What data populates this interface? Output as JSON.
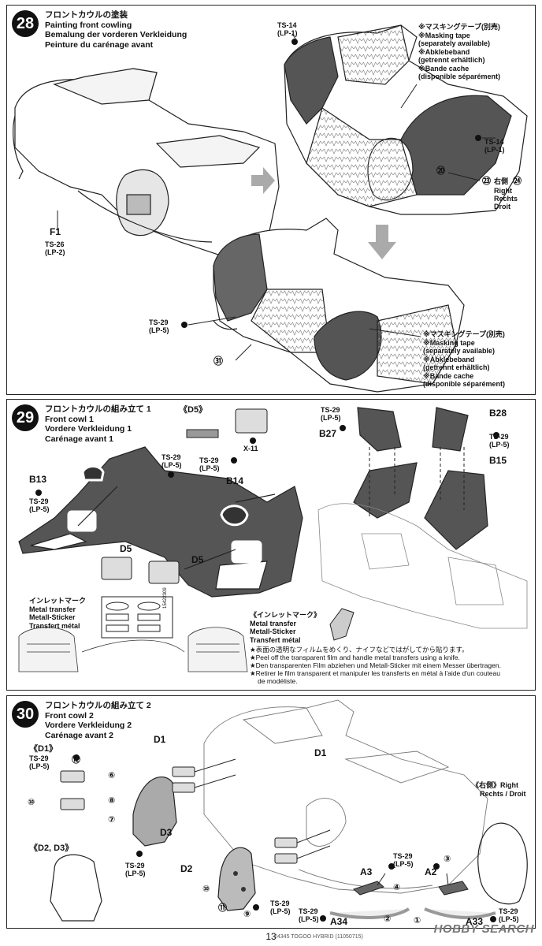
{
  "page": {
    "number": "13",
    "footer_code": "24345 TOGOO HYBRID (11050715)",
    "watermark": "HOBBY SEARCH"
  },
  "step28": {
    "number": "28",
    "title_jp": "フロントカウルの塗装",
    "title_en": "Painting front cowling",
    "title_de": "Bemalung der vorderen Verkleidung",
    "title_fr": "Peinture du carénage avant",
    "part_f1": "F1",
    "paint_ts26": "TS-26",
    "paint_lp2": "(LP-2)",
    "paint_ts14_top": "TS-14",
    "paint_lp1_top": "(LP-1)",
    "paint_ts14_right": "TS-14",
    "paint_lp1_right": "(LP-1)",
    "paint_ts29": "TS-29",
    "paint_lp5": "(LP-5)",
    "mask1": [
      "※マスキングテープ(別売)",
      "※Masking tape",
      "(separately available)",
      "※Abklebeband",
      "(getrennt erhältlich)",
      "※Bande cache",
      "(disponible séparément)"
    ],
    "mask2": [
      "※マスキングテープ(別売)",
      "※Masking tape",
      "(separately available)",
      "※Abklebeband",
      "(getrennt erhältlich)",
      "※Bande cache",
      "(disponible séparément)"
    ],
    "right_jp": "右側",
    "right_en": "Right",
    "right_de": "Rechts",
    "right_fr": "Droit",
    "marker_23": "㉓",
    "marker_24": "㉔",
    "marker_20": "⑳",
    "marker_31": "㉛"
  },
  "step29": {
    "number": "29",
    "title_jp": "フロントカウルの組み立て 1",
    "title_en": "Front cowl 1",
    "title_de": "Vordere Verkleidung 1",
    "title_fr": "Carénage avant 1",
    "d5_header": "《D5》",
    "x11": "X-11",
    "b13": "B13",
    "b14": "B14",
    "d5_a": "D5",
    "d5_b": "D5",
    "ts29_a": "TS-29",
    "lp5_a": "(LP-5)",
    "ts29_b": "TS-29",
    "lp5_b": "(LP-5)",
    "ts29_c": "TS-29",
    "lp5_c": "(LP-5)",
    "ts29_d": "TS-29",
    "lp5_d": "(LP-5)",
    "ts29_e": "TS-29",
    "lp5_e": "(LP-5)",
    "b27": "B27",
    "b28": "B28",
    "b15": "B15",
    "inlet_jp": "インレットマーク",
    "inlet_en": "Metal transfer",
    "inlet_de": "Metall-Sticker",
    "inlet_fr": "Transfert métal",
    "sheet_code": "15422309",
    "inlet2_jp": "《インレットマーク》",
    "inlet2_en": "Metal transfer",
    "inlet2_de": "Metall-Sticker",
    "inlet2_fr": "Transfert métal",
    "inlet_notes": [
      "★表面の透明なフィルムをめくり、ナイフなどではがしてから貼ります。",
      "★Peel off the transparent film and handle metal transfers using a knife.",
      "★Den transparenten Film abziehen und Metall-Sticker mit einem Messer übertragen.",
      "★Retirer le film transparent et manipuler les transferts en métal à l'aide d'un couteau",
      "de modéliste."
    ]
  },
  "step30": {
    "number": "30",
    "title_jp": "フロントカウルの組み立て 2",
    "title_en": "Front cowl 2",
    "title_de": "Vordere Verkleidung 2",
    "title_fr": "Carénage avant 2",
    "d1_header": "《D1》",
    "d2d3_header": "《D2, D3》",
    "right_header": "《右側》Right",
    "right_sub": "Rechts / Droit",
    "d1_a": "D1",
    "d1_b": "D1",
    "d2": "D2",
    "d3": "D3",
    "a2": "A2",
    "a3": "A3",
    "a33": "A33",
    "a34": "A34",
    "ts29_1": "TS-29",
    "lp5_1": "(LP-5)",
    "ts29_2": "TS-29",
    "lp5_2": "(LP-5)",
    "ts29_3": "TS-29",
    "lp5_3": "(LP-5)",
    "ts29_4": "TS-29",
    "lp5_4": "(LP-5)",
    "ts29_5": "TS-29",
    "lp5_5": "(LP-5)",
    "ts29_6": "TS-29",
    "lp5_6": "(LP-5)",
    "m6": "⑥",
    "m7": "⑦",
    "m8": "⑧",
    "m9": "⑨",
    "m10": "⑩",
    "m11": "⑪",
    "m12": "⑫",
    "c1": "①",
    "c2": "②",
    "c3": "③",
    "c4": "④"
  }
}
